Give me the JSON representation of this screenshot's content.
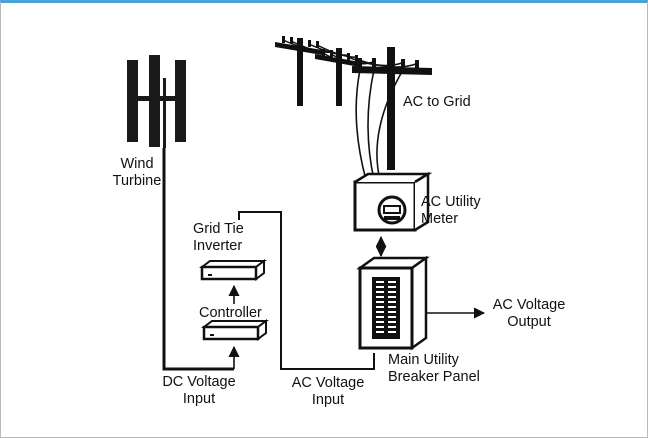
{
  "colors": {
    "frame_border": "#b9b9b9",
    "frame_top_accent": "#4aa3d6",
    "ink": "#111111"
  },
  "labels": {
    "ac_to_grid": "AC to Grid",
    "wind_turbine": "Wind\nTurbine",
    "ac_utility_meter": "AC Utility\nMeter",
    "grid_tie_inverter": "Grid Tie\nInverter",
    "controller": "Controller",
    "ac_voltage_output": "AC Voltage\nOutput",
    "main_utility_breaker_panel": "Main Utility\nBreaker Panel",
    "dc_voltage_input": "DC Voltage\nInput",
    "ac_voltage_input": "AC Voltage\nInput"
  },
  "icons": {
    "turbine": "vertical-axis-wind-turbine-icon",
    "grid": "utility-pole-icon",
    "meter": "utility-meter-icon",
    "inverter": "inverter-box-icon",
    "controller": "controller-box-icon",
    "breaker_panel": "breaker-panel-icon"
  }
}
